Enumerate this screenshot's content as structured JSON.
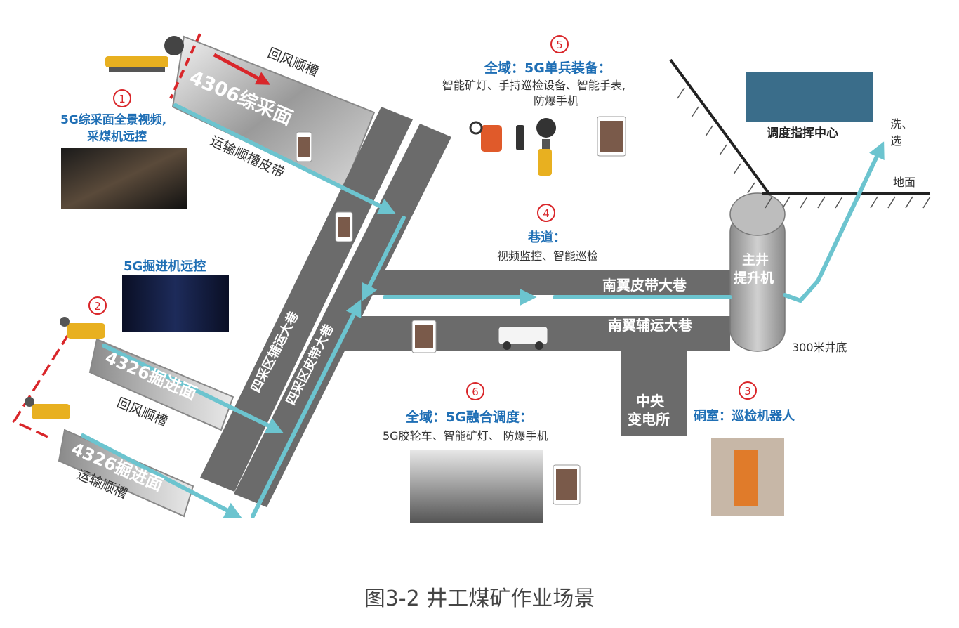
{
  "figure": {
    "caption": "图3-2  井工煤矿作业场景"
  },
  "roads": {
    "face_4306": "4306综采面",
    "return_upper": "回风顺槽",
    "transport_upper": "运输顺槽皮带",
    "region_aux": "四采区辅运大巷",
    "region_belt": "四采区皮带大巷",
    "south_belt": "南翼皮带大巷",
    "south_aux": "南翼辅运大巷",
    "face_4326_a": "4326掘进面",
    "face_4326_b": "4326掘进面",
    "return_lower": "回风顺槽",
    "transport_lower": "运输顺槽",
    "substation_line1": "中央",
    "substation_line2": "变电所",
    "shaft_line1": "主井",
    "shaft_line2": "提升机",
    "shaft_bottom": "300米井底",
    "ground": "地面",
    "wash_line1": "洗、",
    "wash_line2": "选",
    "dispatch": "调度指挥中心"
  },
  "callouts": [
    {
      "num": "1",
      "title_line1": "5G综采面全景视频,",
      "title_line2": "采煤机远控"
    },
    {
      "num": "2",
      "title_line1": "5G掘进机远控"
    },
    {
      "num": "3",
      "title_line1": "硐室：巡检机器人"
    },
    {
      "num": "4",
      "title_line1": "巷道：",
      "desc": "视频监控、智能巡检"
    },
    {
      "num": "5",
      "title_line1": "全域：5G单兵装备：",
      "desc_line1": "智能矿灯、手持巡检设备、智能手表,",
      "desc_line2": "防爆手机"
    },
    {
      "num": "6",
      "title_line1": "全域：5G融合调度：",
      "desc": "5G胶轮车、智能矿灯、 防爆手机"
    }
  ],
  "colors": {
    "road_gray": "#6b6b6b",
    "belt_cyan": "#6cc4cf",
    "blue_text": "#1f6fb5",
    "red": "#d9262a"
  }
}
